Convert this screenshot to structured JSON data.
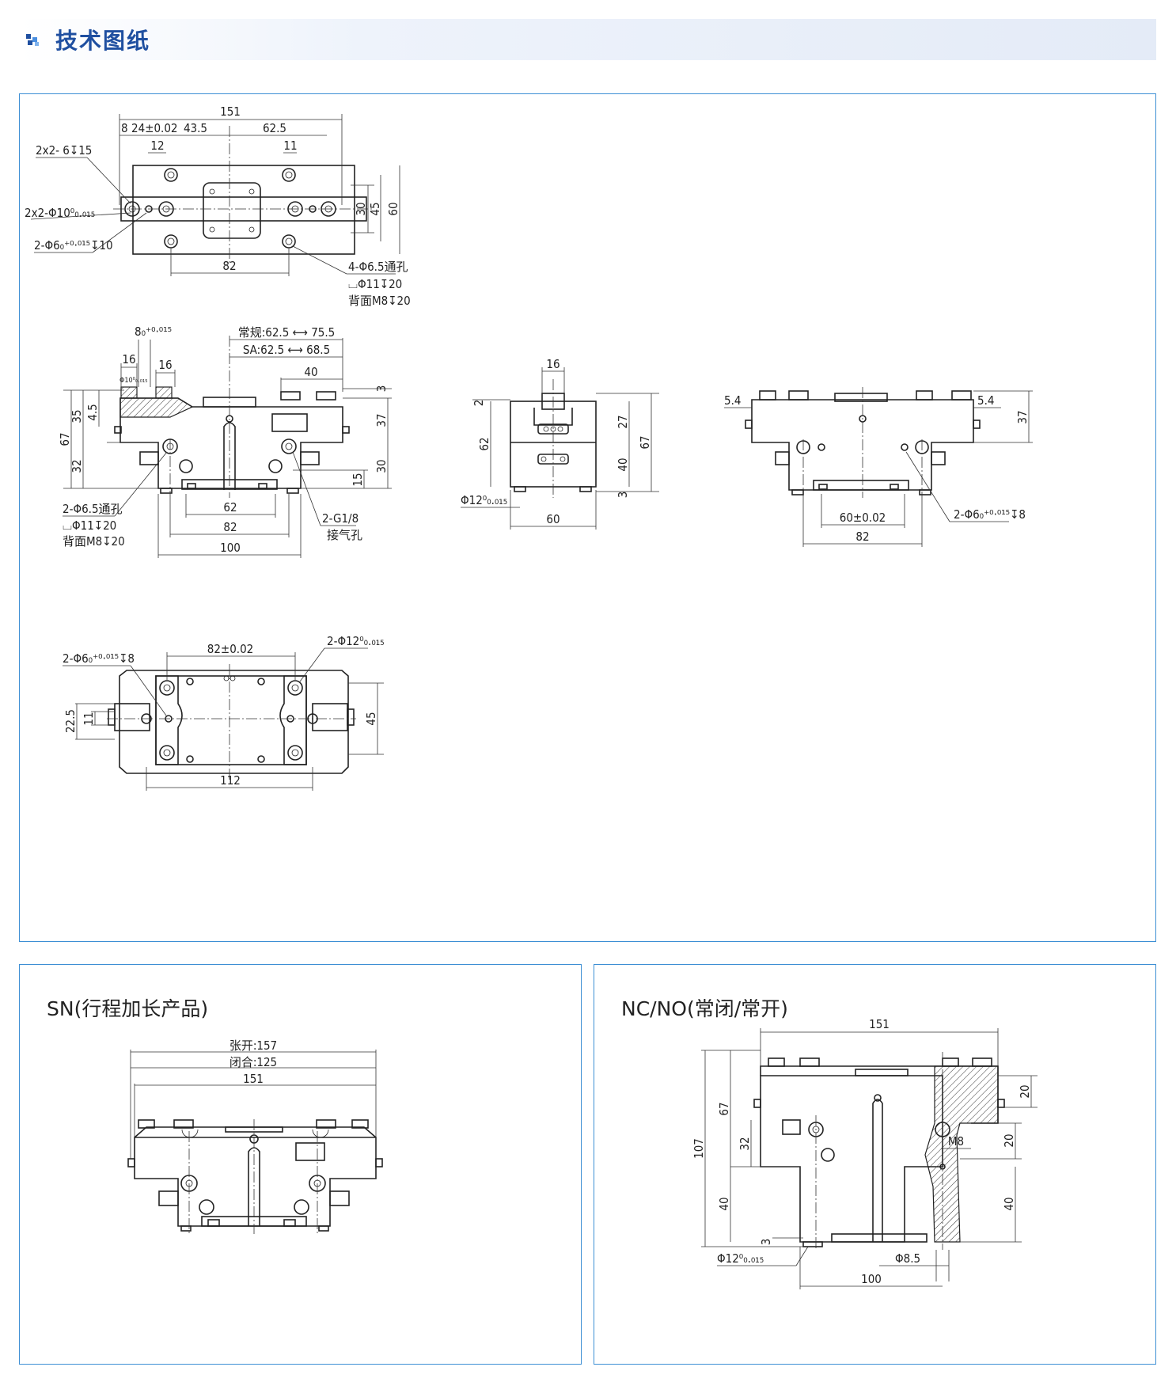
{
  "header": {
    "title": "技术图纸"
  },
  "panels": {
    "sn_title": "SN(行程加长产品)",
    "nc_title": "NC/NO(常闭/常开)"
  },
  "top_view": {
    "d151": "151",
    "d8": "8",
    "d24": "24±0.02",
    "d43": "43.5",
    "d62": "62.5",
    "d12": "12",
    "d11": "11",
    "d30": "30",
    "d45": "45",
    "d60": "60",
    "d82": "82",
    "c1": "2x2-  6↧15",
    "c2": "2x2-Φ10⁰₀.₀₁₅",
    "c3": "2-Φ6₀⁺⁰·⁰¹⁵↧10",
    "c4": "4-Φ6.5通孔",
    "c5": "⌴Φ11↧20",
    "c6": "背面M8↧20"
  },
  "front_view": {
    "d8": "8₀⁺⁰·⁰¹⁵",
    "d16a": "16",
    "d16b": "16",
    "phi": "Φ10⁰₀.₀₁₅",
    "s1": "常规:62.5 ⟷ 75.5",
    "s2": "SA:62.5 ⟷ 68.5",
    "d40": "40",
    "d3": "3",
    "d35": "35",
    "d45": "4.5",
    "d67": "67",
    "d37": "37",
    "d32": "32",
    "d30": "30",
    "d15": "15",
    "d62": "62",
    "d82": "82",
    "d100": "100",
    "c1": "2-Φ6.5通孔",
    "c2": "⌴Φ11↧20",
    "c3": "背面M8↧20",
    "c4": "2-G1/8",
    "c5": "接气孔"
  },
  "side_view": {
    "d16": "16",
    "d2": "2",
    "d27": "27",
    "d62": "62",
    "d67": "67",
    "d40": "40",
    "d3": "3",
    "phi": "Φ12⁰₀.₀₁₅",
    "d60": "60"
  },
  "back_view": {
    "d54a": "5.4",
    "d54b": "5.4",
    "d37": "37",
    "d60": "60±0.02",
    "d82": "82",
    "c1": "2-Φ6₀⁺⁰·⁰¹⁵↧8"
  },
  "bottom_view": {
    "d82": "82±0.02",
    "c1": "2-Φ12⁰₀.₀₁₅",
    "c2": "2-Φ6₀⁺⁰·⁰¹⁵↧8",
    "d11": "11",
    "d22": "22.5",
    "d45": "45",
    "d112": "112"
  },
  "sn_view": {
    "t1": "张开:157",
    "t2": "闭合:125",
    "t3": "151"
  },
  "nc_view": {
    "d151": "151",
    "d20a": "20",
    "d107": "107",
    "d67": "67",
    "d32": "32",
    "m8": "M8",
    "d20b": "20",
    "d40a": "40",
    "d40b": "40",
    "d3": "3",
    "phi12": "Φ12⁰₀.₀₁₅",
    "phi85": "Φ8.5",
    "d100": "100"
  },
  "colors": {
    "accent": "#1f4fa0",
    "border": "#3d8fd4"
  }
}
